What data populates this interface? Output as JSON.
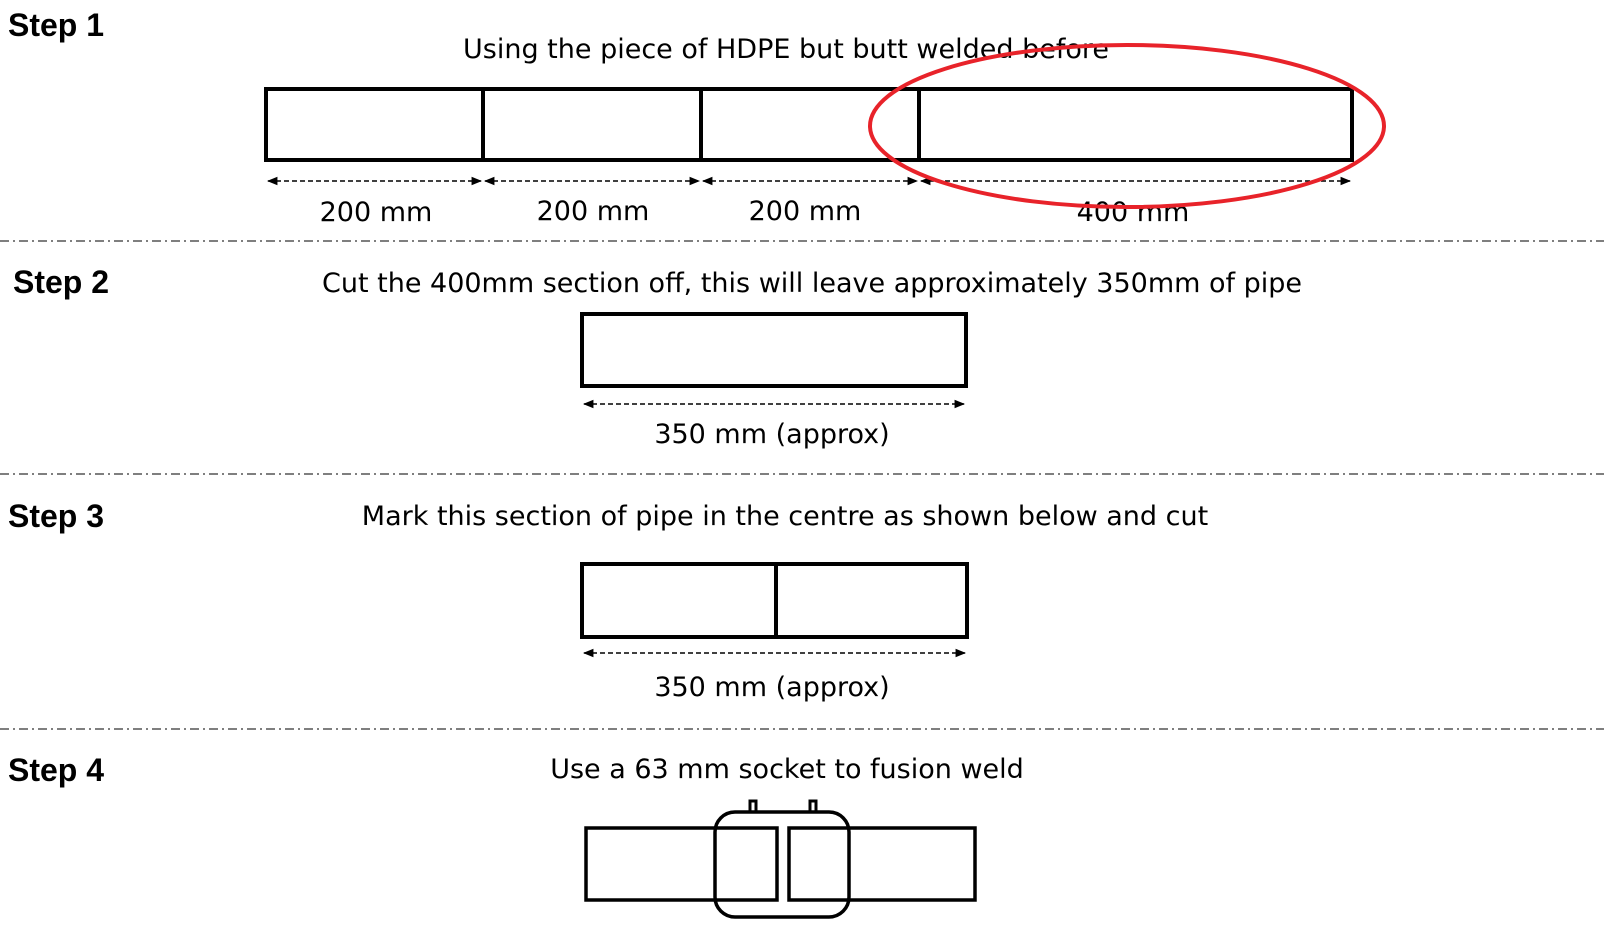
{
  "steps": [
    {
      "label": "Step 1",
      "caption": "Using the piece of HDPE but butt welded before"
    },
    {
      "label": "Step 2",
      "caption": "Cut the 400mm section off, this will leave approximately 350mm of pipe"
    },
    {
      "label": "Step 3",
      "caption": "Mark this section of pipe in the centre as shown below and cut"
    },
    {
      "label": "Step 4",
      "caption": "Use a 63 mm socket to fusion weld"
    }
  ],
  "step1_dimensions": [
    "200 mm",
    "200 mm",
    "200 mm",
    "400 mm"
  ],
  "step2_dimension": "350 mm (approx)",
  "step3_dimension": "350 mm (approx)",
  "colors": {
    "highlight": "#e8232a"
  }
}
